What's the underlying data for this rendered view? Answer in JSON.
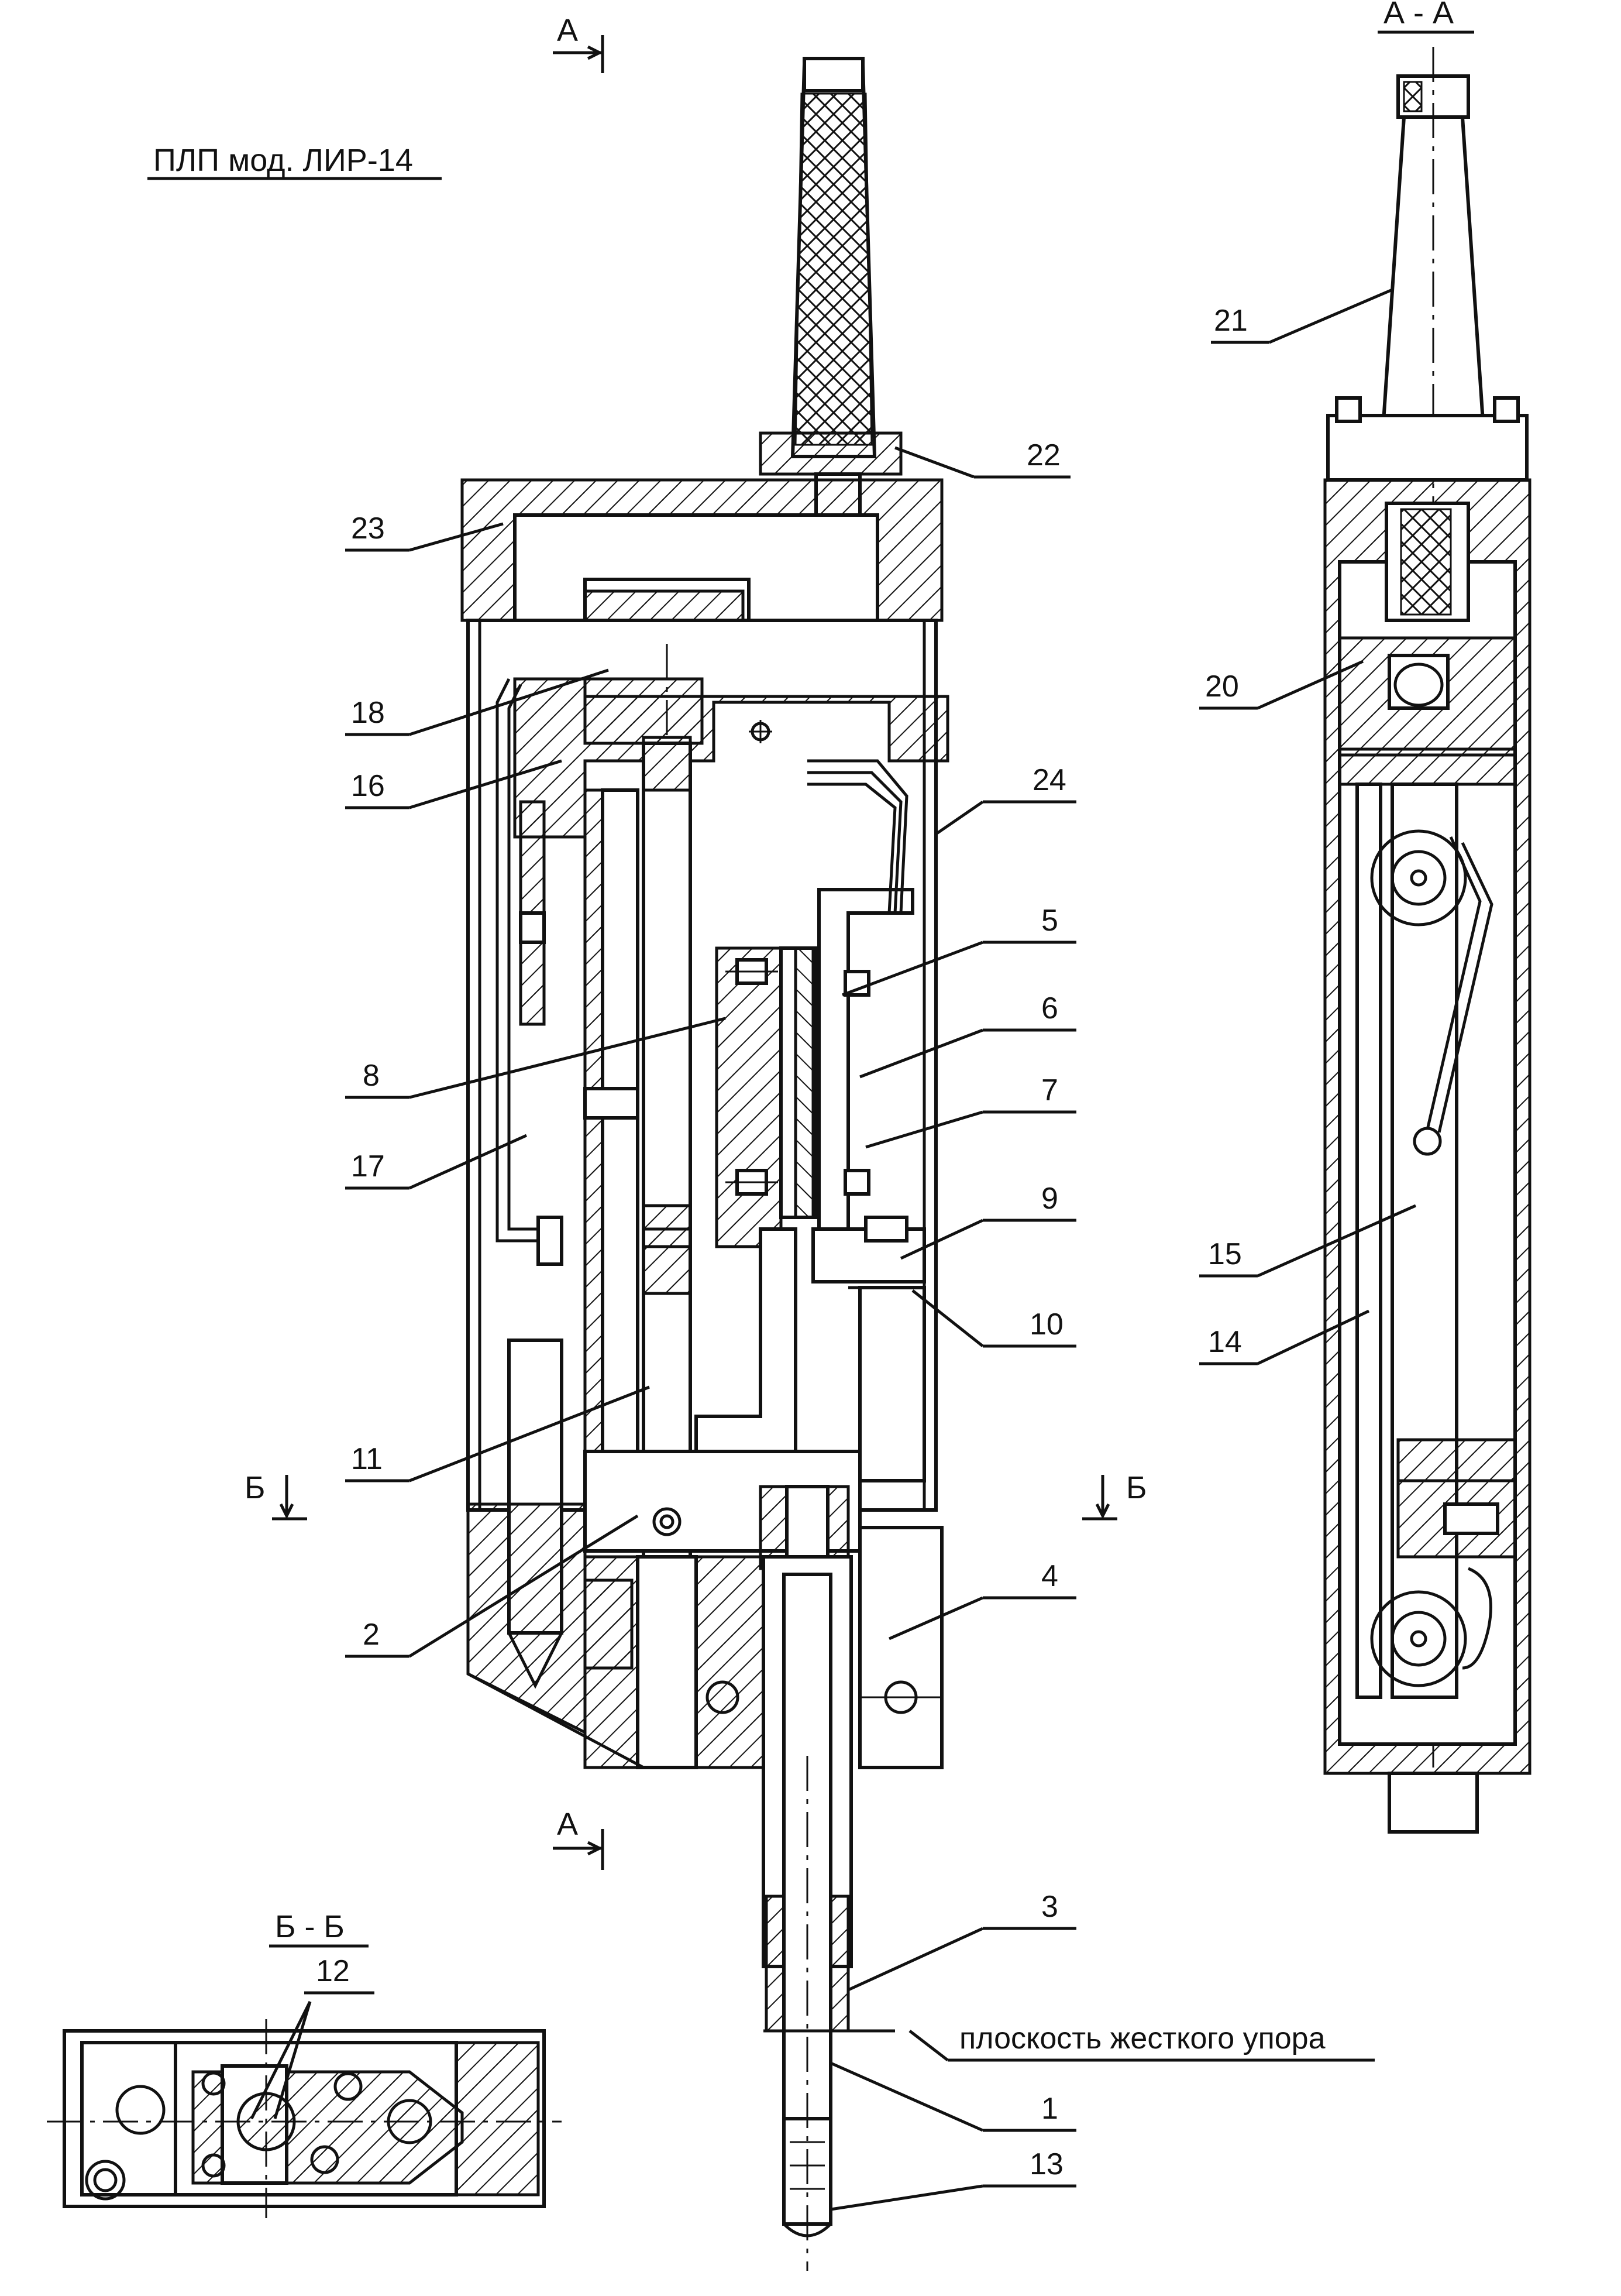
{
  "title": "ПЛП мод. ЛИР-14",
  "section_marks": {
    "a_top": "А",
    "a_bottom": "А",
    "b_left": "Б",
    "b_right": "Б",
    "view_aa": "А - А",
    "view_bb": "Б - Б"
  },
  "callouts": {
    "c1": "1",
    "c2": "2",
    "c3": "3",
    "c4": "4",
    "c5": "5",
    "c6": "6",
    "c7": "7",
    "c8": "8",
    "c9": "9",
    "c10": "10",
    "c11": "11",
    "c12": "12",
    "c13": "13",
    "c14": "14",
    "c15": "15",
    "c16": "16",
    "c17": "17",
    "c18": "18",
    "c20": "20",
    "c21": "21",
    "c22": "22",
    "c23": "23",
    "c24": "24"
  },
  "annotation_plane": "плоскость жесткого упора"
}
